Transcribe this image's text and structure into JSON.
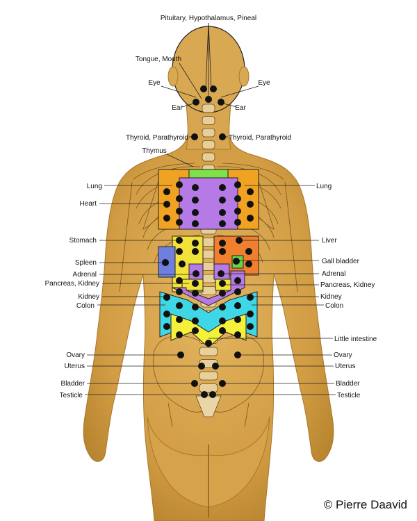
{
  "copyright": "© Pierre Daavid",
  "labels": {
    "pituitary": "Pituitary, Hypothalamus, Pineal",
    "tongue": "Tongue, Mouth",
    "eye_left": "Eye",
    "eye_right": "Eye",
    "ear_left": "Ear",
    "ear_right": "Ear",
    "thyroid_left": "Thyroid, Parathyroid",
    "thyroid_right": "Thyroid, Parathyroid",
    "thymus": "Thymus",
    "lung_left": "Lung",
    "lung_right": "Lung",
    "heart": "Heart",
    "stomach": "Stomach",
    "liver": "Liver",
    "spleen": "Spleen",
    "gall_bladder": "Gall bladder",
    "adrenal_left": "Adrenal",
    "adrenal_right": "Adrenal",
    "pancreas_left": "Pancreas, Kidney",
    "pancreas_right": "Pancreas, Kidney",
    "kidney_left": "Kidney",
    "kidney_right": "Kidney",
    "colon_left": "Colon",
    "colon_right": "Colon",
    "small_intestine": "Little intestine",
    "ovary_left": "Ovary",
    "ovary_right": "Ovary",
    "uterus_left": "Uterus",
    "uterus_right": "Uterus",
    "bladder_left": "Bladder",
    "bladder_right": "Bladder",
    "testicle_left": "Testicle",
    "testicle_right": "Testicle"
  },
  "colors": {
    "skin": "#d4a24e",
    "skin_light": "#e6bd6f",
    "skin_dark": "#b78432",
    "lung_zone": "#f0a323",
    "heart_zone": "#b57ae6",
    "thymus_zone": "#7ee04a",
    "stomach_zone": "#f2e23a",
    "liver_zone": "#f07f2e",
    "spleen_zone": "#6f7fe0",
    "gall_zone": "#66d44a",
    "kidney_zone": "#b57ae6",
    "colon_zone": "#3fd6e6",
    "intestine_zone": "#f5f03a",
    "point": "#111111",
    "line": "#222222"
  }
}
